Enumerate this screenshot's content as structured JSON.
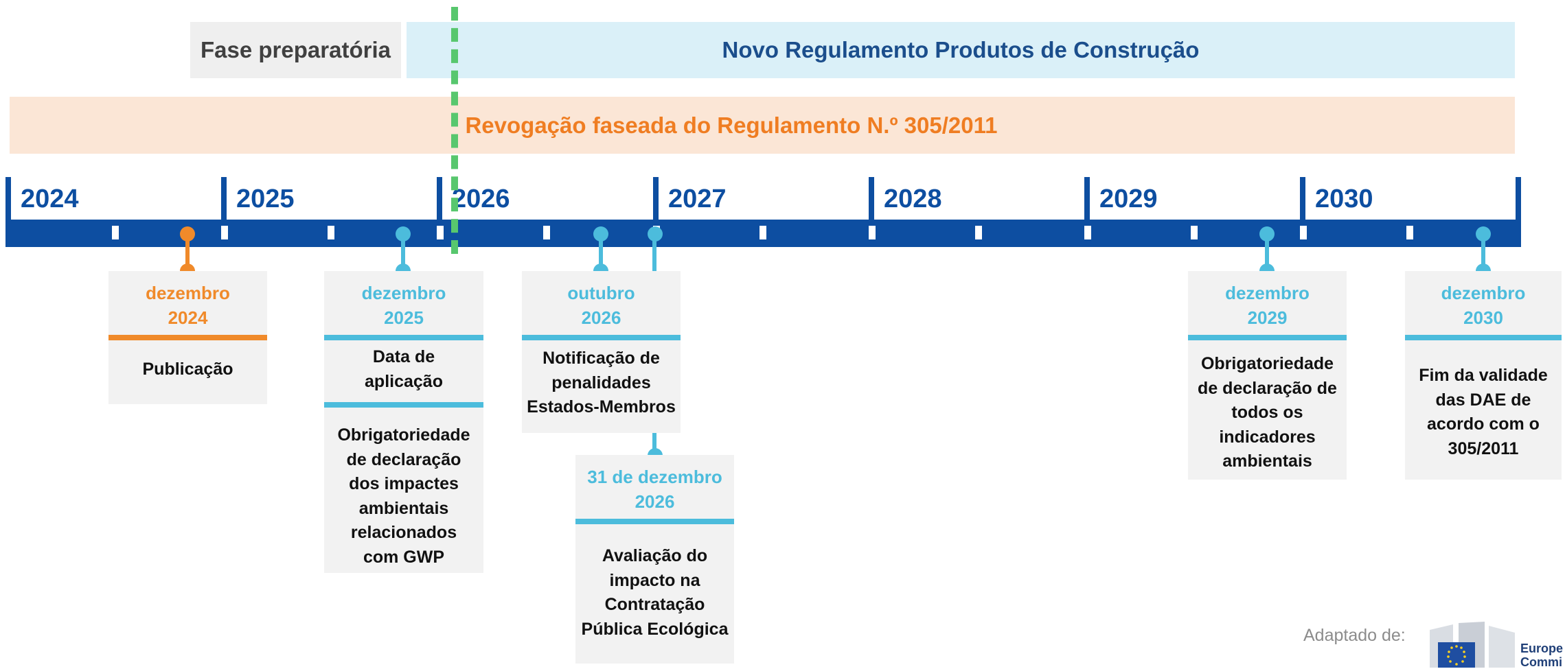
{
  "bands": {
    "preparatory": "Fase preparatória",
    "new_regulation": "Novo Regulamento Produtos de Construção",
    "revocation": "Revogação faseada do Regulamento N.º 305/2011"
  },
  "years": [
    "2024",
    "2025",
    "2026",
    "2027",
    "2028",
    "2029",
    "2030"
  ],
  "colors": {
    "axis": "#0d4ea1",
    "orange": "#f08a2a",
    "teal": "#4cbcdc",
    "current_marker": "#58c76e",
    "new_band": "#daf0f8",
    "revocation_band": "#fbe6d6"
  },
  "milestones": [
    {
      "date": [
        "dezembro",
        "2024"
      ],
      "items": [
        [
          "Publicação"
        ]
      ]
    },
    {
      "date": [
        "dezembro",
        "2025"
      ],
      "items": [
        [
          "Data de",
          "aplicação"
        ],
        [
          "Obrigatoriedade",
          "de declaração",
          "dos impactes",
          "ambientais",
          "relacionados",
          "com GWP"
        ]
      ]
    },
    {
      "date": [
        "outubro",
        "2026"
      ],
      "items": [
        [
          "Notificação de",
          "penalidades",
          "Estados-Membros"
        ]
      ]
    },
    {
      "date": [
        "31 de  dezembro",
        "2026"
      ],
      "items": [
        [
          "Avaliação do",
          "impacto na",
          "Contratação",
          "Pública Ecológica"
        ]
      ]
    },
    {
      "date": [
        "dezembro",
        "2029"
      ],
      "items": [
        [
          "Obrigatoriedade",
          "de declaração de",
          "todos os",
          "indicadores",
          "ambientais"
        ]
      ]
    },
    {
      "date": [
        "dezembro",
        "2030"
      ],
      "items": [
        [
          "Fim da validade",
          "das DAE de",
          "acordo com o",
          "305/2011"
        ]
      ]
    }
  ],
  "credit": {
    "text": "Adaptado de:",
    "logo_text": [
      "Europe",
      "Commi"
    ],
    "logo_name": "european-commission-logo"
  }
}
